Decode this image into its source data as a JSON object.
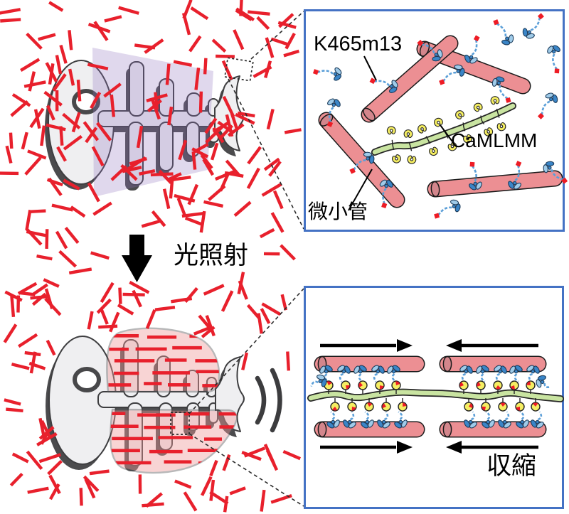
{
  "figure": {
    "panels": {
      "before": {
        "labels": {
          "kinesin": "K465m13",
          "camlmm": "CaMLMM",
          "microtubule": "微小管"
        }
      },
      "transition": {
        "label": "光照射"
      },
      "after": {
        "labels": {
          "contraction": "収縮"
        }
      }
    }
  },
  "icons": {
    "microtubule_rod": "pink-rod-icon",
    "kinesin_motor": "blue-kinesin-icon",
    "camlmm_filament": "green-filament-icon",
    "calmodulin": "yellow-blob-icon",
    "down_arrow": "down-arrow-icon",
    "slide_arrows": "inward-arrow-icons",
    "motion_arcs": "tail-wag-icon"
  },
  "colors": {
    "microtubule_fill": "#ec8f93",
    "microtubule_cap": "#d3868c",
    "kinesin_blue": "#3a85c7",
    "kinesin_light_blue": "#9fcbe9",
    "kinesin_stalk": "#5b9fd8",
    "kinesin_tip_red": "#ee1c25",
    "camlmm_green": "#c9e4a1",
    "cam_yellow": "#f5ee62",
    "dash_red": "#e8202c",
    "inset_border": "#4472c4",
    "fish_fill": "#efeff1",
    "fish_outline": "#3e3e40",
    "fish_shadow": "#4b4b4d",
    "light_sheet": "#8f72be",
    "active_pink": "#ef9b9b",
    "arrow_black": "#000000"
  }
}
